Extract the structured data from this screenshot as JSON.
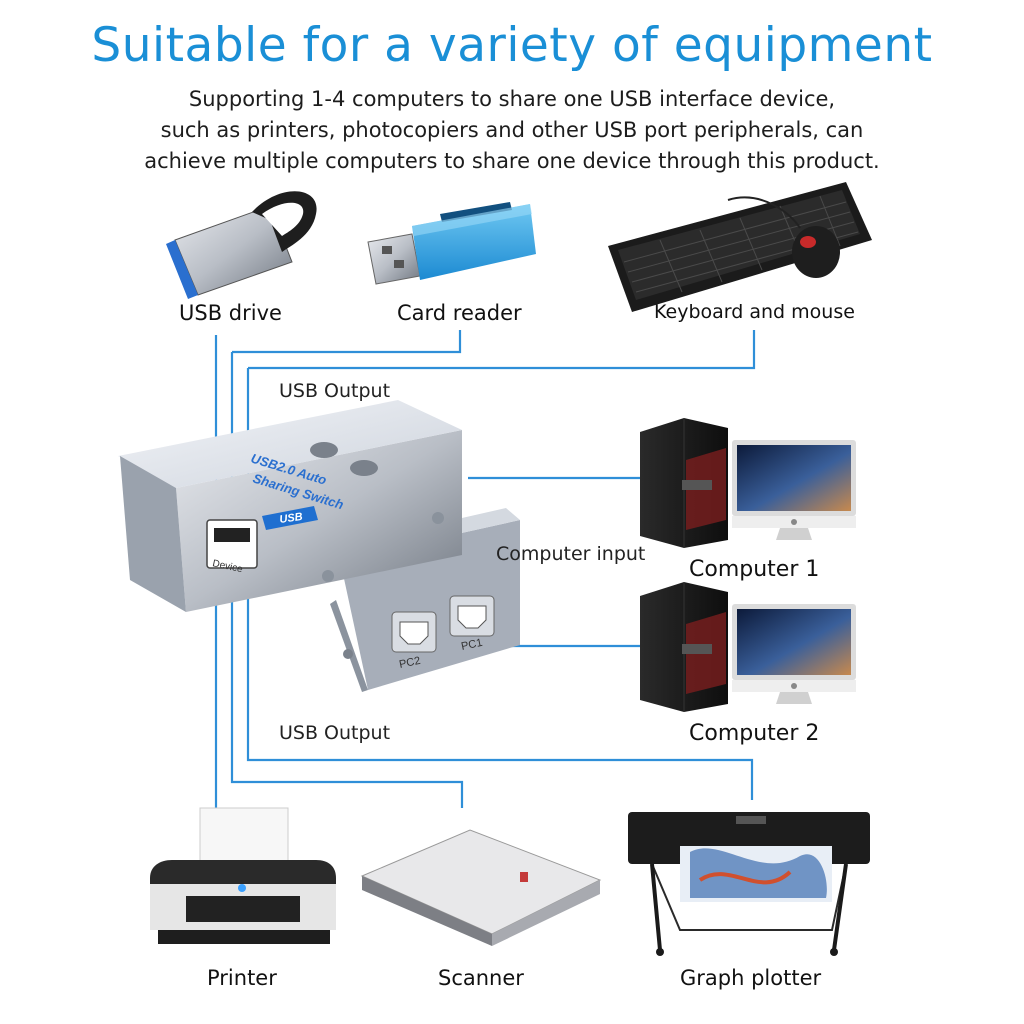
{
  "title": "Suitable for a variety of equipment",
  "subtitle": [
    "Supporting 1-4 computers to share one USB interface device,",
    "such as printers, photocopiers and other USB port peripherals, can",
    "achieve multiple computers to share one device through this product."
  ],
  "devices": {
    "usb_drive": "USB drive",
    "card_reader": "Card reader",
    "keyboard_mouse": "Keyboard and mouse",
    "printer": "Printer",
    "scanner": "Scanner",
    "graph_plotter": "Graph plotter"
  },
  "labels": {
    "usb_output_top": "USB Output",
    "usb_output_bottom": "USB Output",
    "computer_input": "Computer input",
    "computer_1": "Computer 1",
    "computer_2": "Computer 2"
  },
  "switch_text": {
    "line1": "USB2.0 Auto",
    "line2": "Sharing Switch",
    "logo": "USB",
    "device_port": "Device",
    "pc1": "PC1",
    "pc2": "PC2"
  },
  "colors": {
    "accent": "#1a8fd6",
    "line": "#2f8fd8"
  }
}
